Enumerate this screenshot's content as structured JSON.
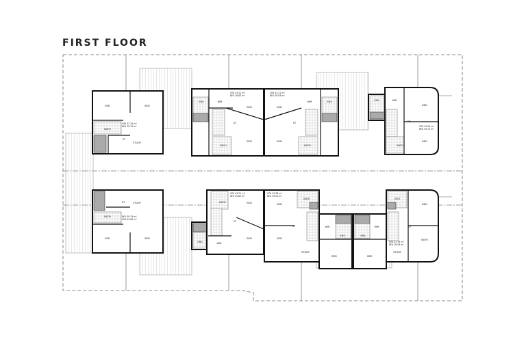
{
  "title": "FIRST FLOOR",
  "colors": {
    "wall": "#111111",
    "void": "#aaaaaa",
    "deck_hatch": "#bbbbbb"
  },
  "units": [
    {
      "rooms": [
        "BED",
        "BED",
        "BATH",
        "ST",
        "STUDY"
      ],
      "gfa": "GFA 42.35 m²",
      "nfa": "NFA 39.79 m²"
    },
    {
      "rooms": [
        "ENS",
        "WIR",
        "BED",
        "BED",
        "BATH",
        "ST"
      ],
      "gfa": "GFA 43.21 m²",
      "nfa": "NFA 39.83 m²"
    },
    {
      "rooms": [
        "ENS",
        "WIR",
        "BED",
        "BED",
        "BATH",
        "ST"
      ],
      "gfa": "GFA 43.21 m²",
      "nfa": "NFA 39.83 m²"
    },
    {
      "rooms": [
        "ENS",
        "WIR",
        "BED",
        "BED",
        "BATH",
        "PD"
      ],
      "gfa": "GFA 42.50 m²",
      "nfa": "NFA 39.75 m²"
    },
    {
      "rooms": [
        "BED",
        "BED",
        "BATH",
        "ST",
        "STUDY"
      ],
      "gfa": "GFA 42.60 m²",
      "nfa": "NFA 39.79 m²"
    },
    {
      "rooms": [
        "ENS",
        "WIR",
        "BED",
        "BED",
        "BATH",
        "ST"
      ],
      "gfa": "GFA 43.21 m²",
      "nfa": "NFA 39.83 m²"
    },
    {
      "rooms": [
        "BED",
        "BED",
        "BATH",
        "ST",
        "STUDY"
      ],
      "gfa": "GFA 42.08 m²",
      "nfa": "NFA 39.54 m²"
    },
    {
      "rooms": [
        "WIR",
        "ENS",
        "BED"
      ]
    },
    {
      "rooms": [
        "WIR",
        "ENS",
        "BED"
      ]
    },
    {
      "rooms": [
        "BED",
        "BED",
        "BATH",
        "ST",
        "STUDY"
      ],
      "gfa": "GFA 41.79 m²",
      "nfa": "NFA 38.58 m²"
    }
  ]
}
